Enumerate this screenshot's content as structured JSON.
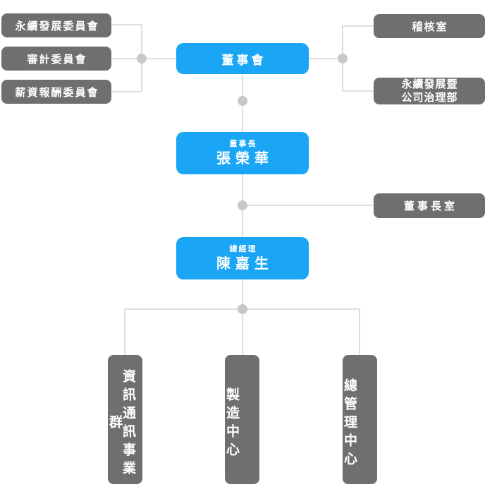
{
  "chart_title": "organization-chart",
  "colors": {
    "primary_blue": "#1aa6f4",
    "box_gray": "#6f6f6f",
    "connector_line": "#dedede",
    "connector_node": "#c8c8c8",
    "text": "#ffffff",
    "background": "#ffffff"
  },
  "board": {
    "label": "董事會"
  },
  "committees": [
    {
      "label": "永續發展委員會"
    },
    {
      "label": "審計委員會"
    },
    {
      "label": "薪資報酬委員會"
    }
  ],
  "board_offices": [
    {
      "label": "稽核室"
    },
    {
      "label": "永續發展暨\n公司治理部"
    }
  ],
  "chairman": {
    "title": "董事長",
    "name": "張榮華"
  },
  "chairman_office": {
    "label": "董事長室"
  },
  "president": {
    "title": "總經理",
    "name": "陳嘉生"
  },
  "divisions": [
    {
      "label": "資訊通訊事業群"
    },
    {
      "label": "製造中心"
    },
    {
      "label": "總管理中心"
    }
  ]
}
